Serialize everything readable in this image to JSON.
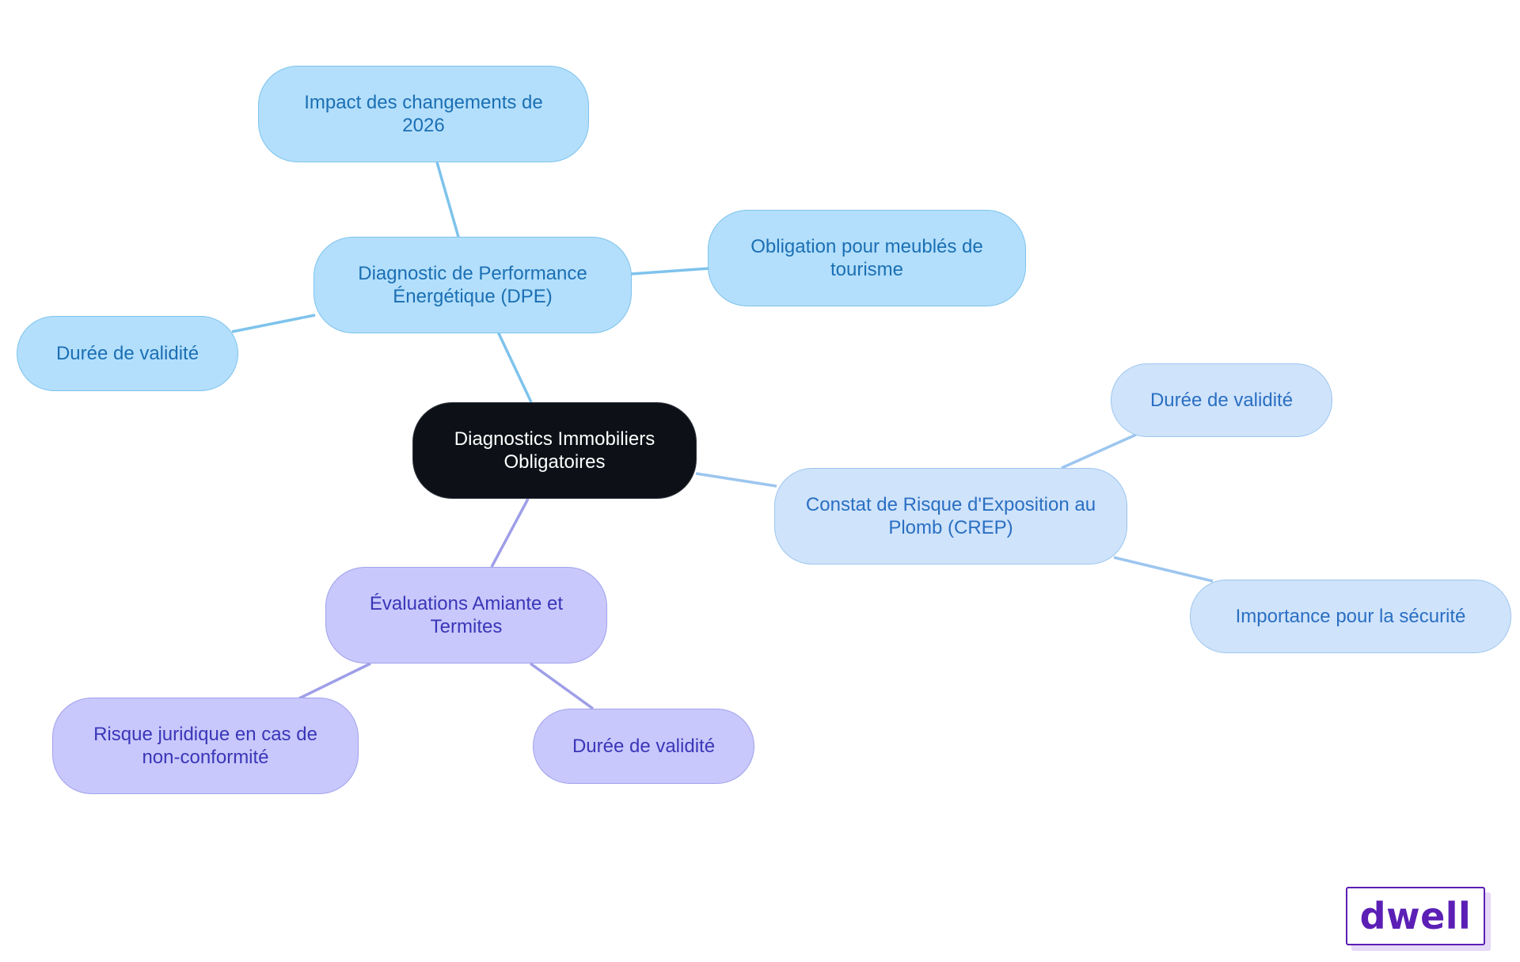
{
  "diagram": {
    "root": {
      "label": "Diagnostics Immobiliers Obligatoires"
    },
    "branches": [
      {
        "label": "Diagnostic de Performance Énergétique (DPE)",
        "children": [
          "Impact des changements de 2026",
          "Obligation pour meublés de tourisme",
          "Durée de validité"
        ]
      },
      {
        "label": "Constat de Risque d'Exposition au Plomb (CREP)",
        "children": [
          "Durée de validité",
          "Importance pour la sécurité"
        ]
      },
      {
        "label": "Évaluations Amiante et Termites",
        "children": [
          "Risque juridique en cas de non-conformité",
          "Durée de validité"
        ]
      }
    ],
    "colors": {
      "root": "#0d1117",
      "dpe": "#b3dffc",
      "crep": "#cfe3fb",
      "amiante": "#c8c8fc",
      "edge_dpe": "#7ec3ec",
      "edge_crep": "#9cc6ef",
      "edge_amiante": "#9e9ee8"
    }
  },
  "brand": {
    "logo_text": "dwell",
    "color": "#5b1fb5"
  }
}
